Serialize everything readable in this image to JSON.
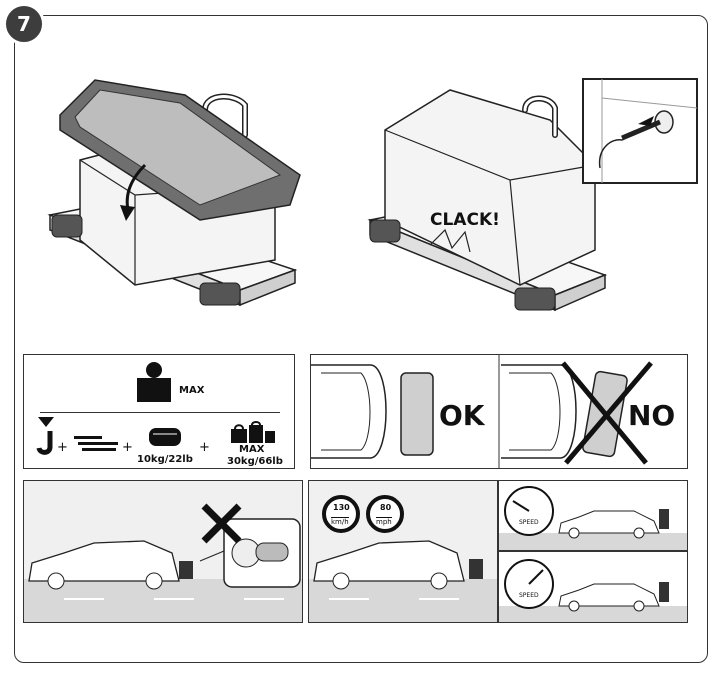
{
  "step": {
    "number": "7"
  },
  "illustrations": {
    "sound_label": "CLACK!"
  },
  "load": {
    "max_label": "MAX",
    "plus_sign": "+",
    "box_weight": "10kg/22lb",
    "bags_max_label": "MAX",
    "bags_weight": "30kg/66lb"
  },
  "placement": {
    "ok_label": "OK",
    "no_label": "NO"
  },
  "speed": {
    "sign_kmh_value": "130",
    "sign_kmh_unit": "km/h",
    "sign_mph_value": "80",
    "sign_mph_unit": "mph",
    "gauge_label": "SPEED"
  },
  "colors": {
    "frame": "#333333",
    "road": "#d8d8d8",
    "sky": "#f0f0f0",
    "box": "#cfcfcf"
  },
  "icons": [
    "weight-icon",
    "tow-hook-icon",
    "straps-icon",
    "case-icon",
    "bags-icon",
    "cross-icon",
    "key-icon",
    "speedometer-icon",
    "arrow-icon"
  ]
}
